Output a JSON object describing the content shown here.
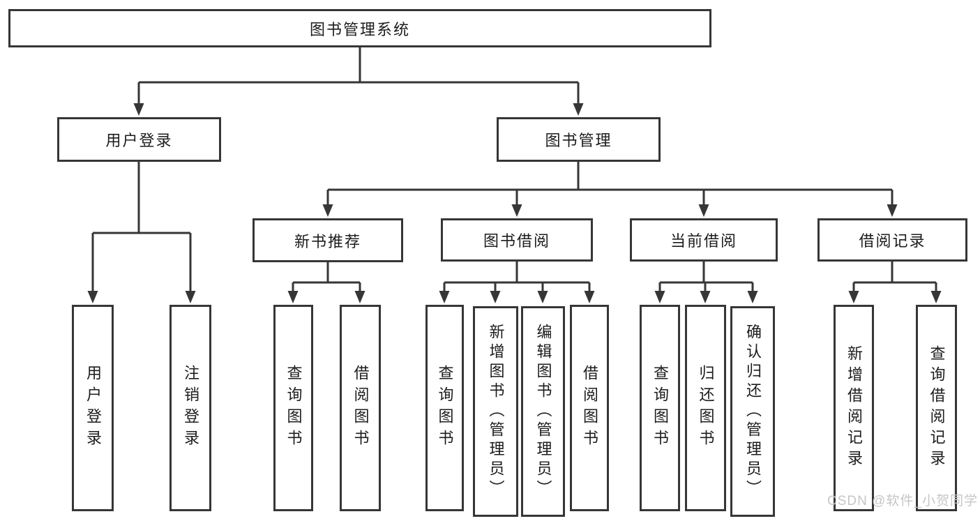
{
  "diagram": {
    "root": {
      "label": "图书管理系统"
    },
    "level2": [
      {
        "label": "用户登录"
      },
      {
        "label": "图书管理"
      }
    ],
    "level3": [
      {
        "label": "新书推荐"
      },
      {
        "label": "图书借阅"
      },
      {
        "label": "当前借阅"
      },
      {
        "label": "借阅记录"
      }
    ],
    "leaves": {
      "user_login": [
        {
          "label": "用户登录"
        },
        {
          "label": "注销登录"
        }
      ],
      "new_book": [
        {
          "label": "查询图书"
        },
        {
          "label": "借阅图书"
        }
      ],
      "book_borrow": [
        {
          "label": "查询图书"
        },
        {
          "label": "新增图书（管理员）"
        },
        {
          "label": "编辑图书（管理员）"
        },
        {
          "label": "借阅图书"
        }
      ],
      "current_borrow": [
        {
          "label": "查询图书"
        },
        {
          "label": "归还图书"
        },
        {
          "label": "确认归还（管理员）"
        }
      ],
      "borrow_record": [
        {
          "label": "新增借阅记录"
        },
        {
          "label": "查询借阅记录"
        }
      ]
    }
  },
  "watermark": {
    "text": "CSDN @软件_小贺同学"
  },
  "colors": {
    "line": "#363636",
    "text": "#1c1c1c",
    "background": "#ffffff",
    "watermark": "#c6c6c6"
  }
}
